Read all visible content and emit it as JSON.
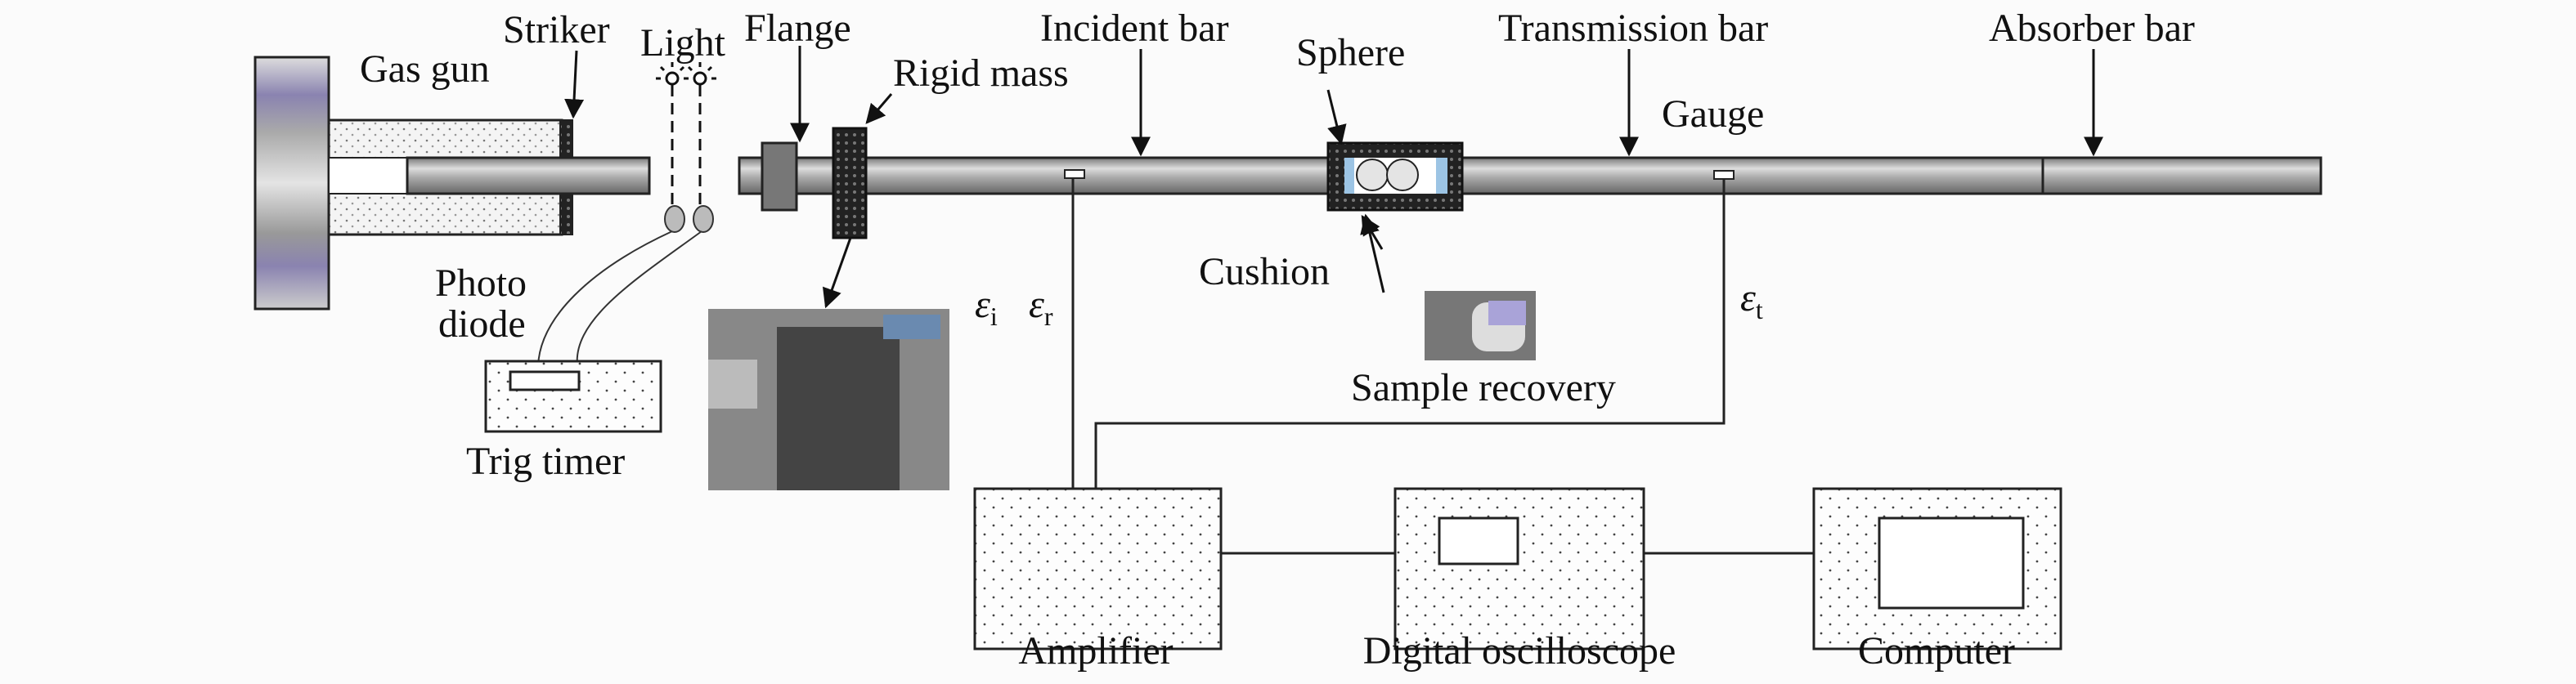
{
  "labels": {
    "gas_gun": "Gas gun",
    "striker": "Striker",
    "light": "Light",
    "flange": "Flange",
    "rigid_mass": "Rigid mass",
    "incident_bar": "Incident bar",
    "sphere": "Sphere",
    "transmission_bar": "Transmission bar",
    "gauge": "Gauge",
    "absorber_bar": "Absorber bar",
    "photo": "Photo",
    "diode": "diode",
    "trig_timer": "Trig timer",
    "cushion": "Cushion",
    "sample_recovery": "Sample recovery",
    "eps_i_base": "ε",
    "eps_i_sub": "i",
    "eps_r_base": "ε",
    "eps_r_sub": "r",
    "eps_t_base": "ε",
    "eps_t_sub": "t",
    "amplifier": "Amplifier",
    "oscilloscope": "Digital oscilloscope",
    "computer": "Computer"
  },
  "colors": {
    "cushion": "#9cc4e4",
    "breech_accent": "#8a83b0"
  }
}
